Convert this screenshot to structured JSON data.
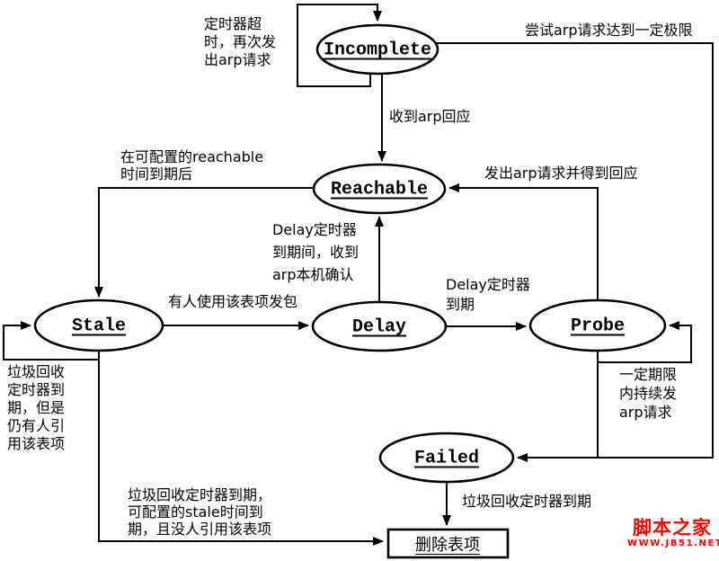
{
  "diagram": {
    "states": {
      "incomplete": "Incomplete",
      "reachable": "Reachable",
      "stale": "Stale",
      "delay": "Delay",
      "probe": "Probe",
      "failed": "Failed",
      "delete_entry": "删除表项"
    },
    "labels": {
      "incomplete_self": "定时器超\n时，再次发\n出arp请求",
      "incomplete_to_failed": "尝试arp请求达到一定极限",
      "incomplete_to_reachable": "收到arp回应",
      "reachable_to_stale": "在可配置的reachable\n时间到期后",
      "probe_to_reachable": "发出arp请求并得到回应",
      "delay_to_reachable": "Delay定时器\n到期间，收到\narp本机确认",
      "stale_to_delay": "有人使用该表项发包",
      "delay_to_probe": "Delay定时器\n到期",
      "stale_self": "垃圾回收\n定时器到\n期，但是\n仍有人引\n用该表项",
      "probe_self": "一定期限\n内持续发\narp请求",
      "stale_to_delete": "垃圾回收定时器到期，\n可配置的stale时间到\n期，且没人引用该表项",
      "failed_to_delete": "垃圾回收定时器到期"
    }
  },
  "watermark": {
    "site_name": "脚本之家",
    "site_url": "WWW.JB51.NET"
  },
  "colors": {
    "line": "#000000",
    "background": "#ffffff",
    "watermark": "#fe0000"
  }
}
